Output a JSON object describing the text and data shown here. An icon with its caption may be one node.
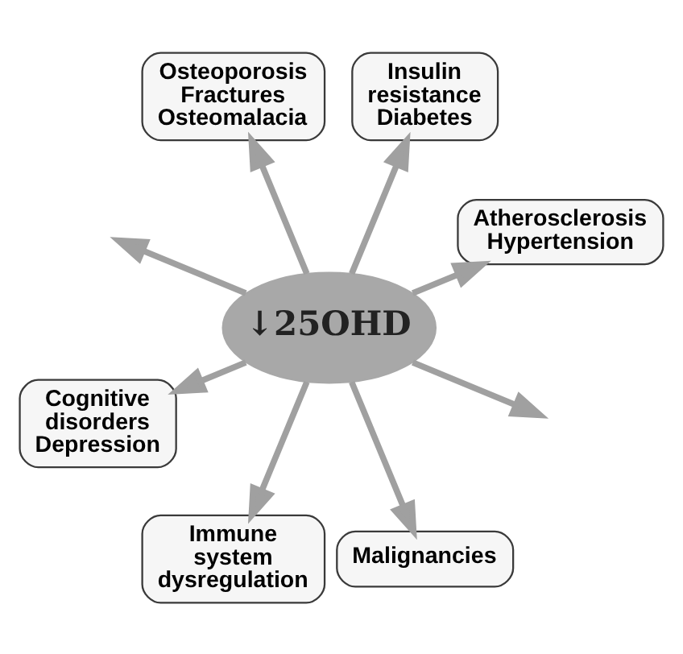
{
  "diagram": {
    "nodes": [
      {
        "text": [
          "Insulin resistance Diabetes"
        ]
      },
      {
        "text": [
          "Osteoporosis Fractures Osteomalacia"
        ]
      },
      {
        "text": [
          "Atherosclerosis Hypertension"
        ]
      },
      {
        "text": [
          "↓25OHD"
        ]
      },
      {
        "text": [
          "Cognitive disorders Depression"
        ]
      },
      {
        "text": [
          "Malignancies"
        ]
      },
      {
        "text": [
          "Immune system dysregulation"
        ]
      }
    ],
    "edges": [
      {
        "from": 3,
        "to": 0,
        "arrow": "to"
      },
      {
        "from": 3,
        "to": 2,
        "arrow": "to"
      },
      {
        "from": 3,
        "to": null,
        "arrow": "to"
      },
      {
        "from": 3,
        "to": 5,
        "arrow": "to"
      },
      {
        "from": 3,
        "to": 6,
        "arrow": "to"
      },
      {
        "from": 3,
        "to": 4,
        "arrow": "to"
      },
      {
        "from": 3,
        "to": null,
        "arrow": "to"
      },
      {
        "from": 3,
        "to": 1,
        "arrow": "to"
      }
    ]
  }
}
